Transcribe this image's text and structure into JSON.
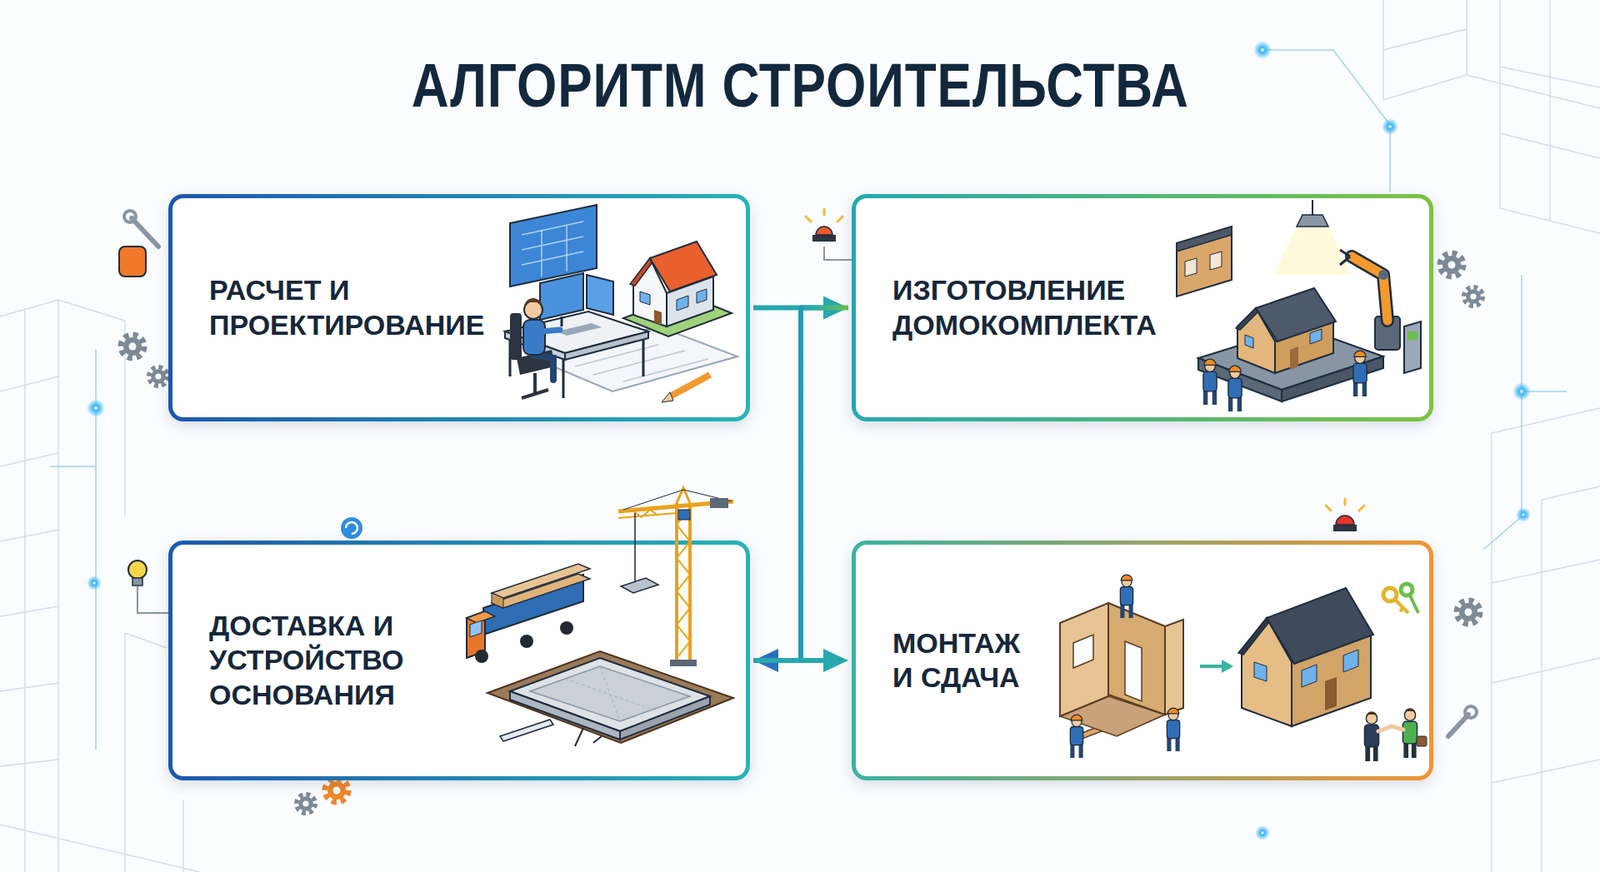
{
  "diagram": {
    "title": "АЛГОРИТМ СТРОИТЕЛЬСТВА",
    "nodes": [
      {
        "text": [
          "РАСЧЕТ И ПРОЕКТИРОВАНИЕ"
        ]
      },
      {
        "text": [
          "ИЗГОТОВЛЕНИЕ ДОМОКОМПЛЕКТА"
        ]
      },
      {
        "text": [
          "ДОСТАВКА И УСТРОЙСТВО ОСНОВАНИЯ"
        ]
      },
      {
        "text": [
          "МОНТАЖ И СДАЧА"
        ]
      }
    ],
    "edges": [
      {
        "from": 0,
        "to": 1,
        "arrow": "to"
      },
      {
        "from": 1,
        "to": 2,
        "arrow": "to"
      },
      {
        "from": 2,
        "to": 3,
        "arrow": "to"
      }
    ]
  }
}
